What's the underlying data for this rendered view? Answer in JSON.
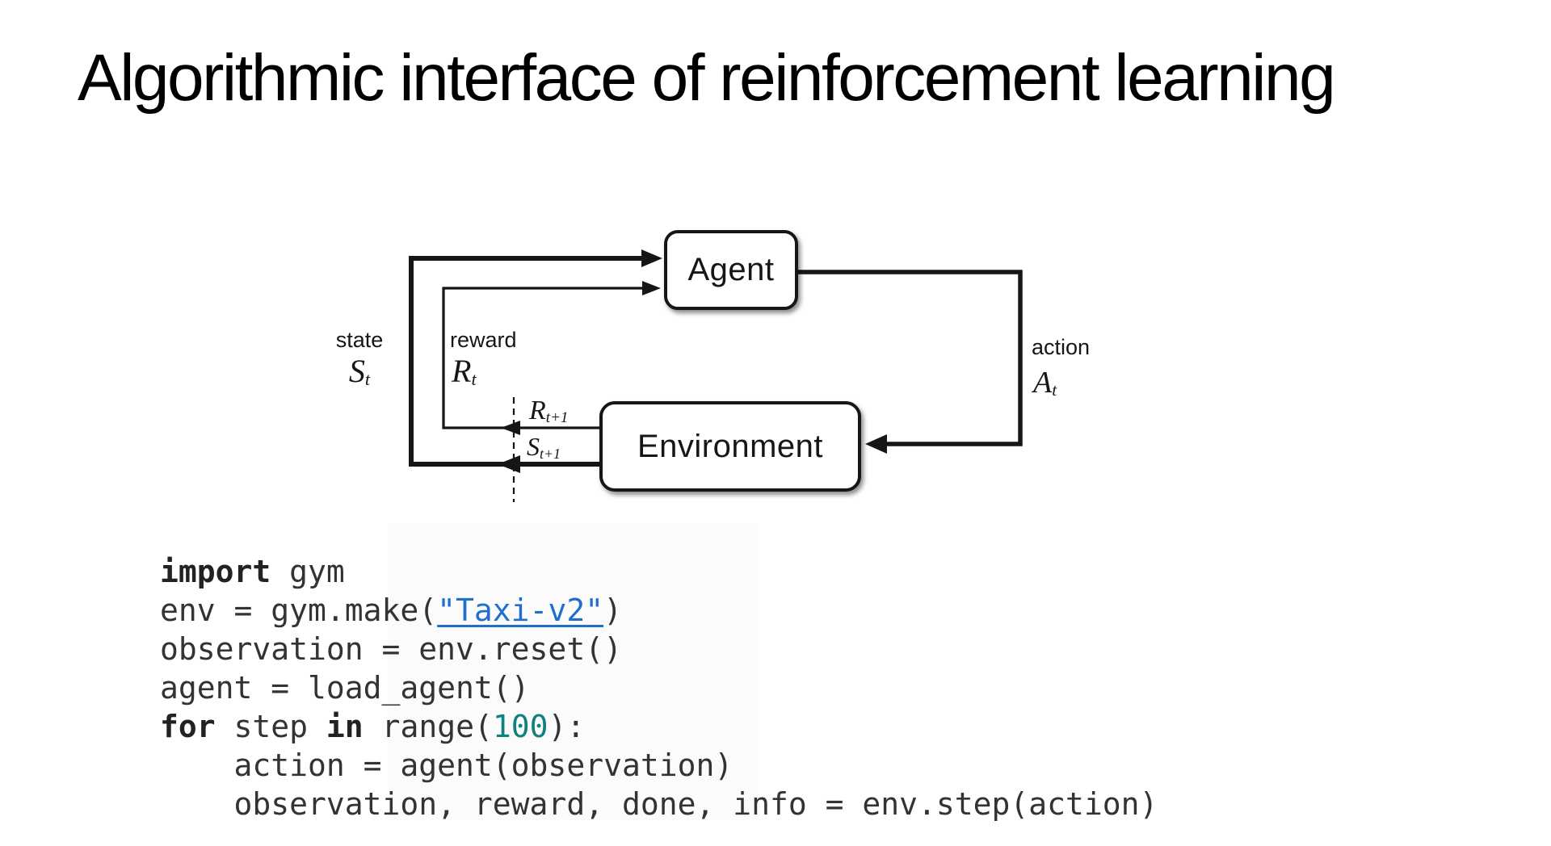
{
  "slide": {
    "title": "Algorithmic interface of reinforcement learning"
  },
  "diagram": {
    "agent_label": "Agent",
    "environment_label": "Environment",
    "state": {
      "word": "state",
      "sym": "S",
      "sub": "t"
    },
    "reward": {
      "word": "reward",
      "sym": "R",
      "sub": "t"
    },
    "action": {
      "word": "action",
      "sym": "A",
      "sub": "t"
    },
    "reward_next": {
      "sym": "R",
      "sub": "t+1"
    },
    "state_next": {
      "sym": "S",
      "sub": "t+1"
    },
    "ink_color": "#161616"
  },
  "code": {
    "lines": [
      [
        {
          "text": "import",
          "style": "kw"
        },
        {
          "text": " gym",
          "style": "plain"
        }
      ],
      [
        {
          "text": "env = gym.make(",
          "style": "plain"
        },
        {
          "text": "\"Taxi-v2\"",
          "style": "link"
        },
        {
          "text": ")",
          "style": "plain"
        }
      ],
      [
        {
          "text": "observation = env.reset()",
          "style": "plain"
        }
      ],
      [
        {
          "text": "agent = load_agent()",
          "style": "plain"
        }
      ],
      [
        {
          "text": "for",
          "style": "kw"
        },
        {
          "text": " step ",
          "style": "plain"
        },
        {
          "text": "in",
          "style": "kw"
        },
        {
          "text": " range(",
          "style": "plain"
        },
        {
          "text": "100",
          "style": "num"
        },
        {
          "text": "):",
          "style": "plain"
        }
      ],
      [
        {
          "text": "    action = agent(observation)",
          "style": "plain"
        }
      ],
      [
        {
          "text": "    observation, reward, done, info = env.step(action)",
          "style": "plain"
        }
      ]
    ],
    "colors": {
      "plain": "#333333",
      "keyword": "#222222",
      "link": "#1f6fce",
      "number": "#0f827f"
    }
  }
}
